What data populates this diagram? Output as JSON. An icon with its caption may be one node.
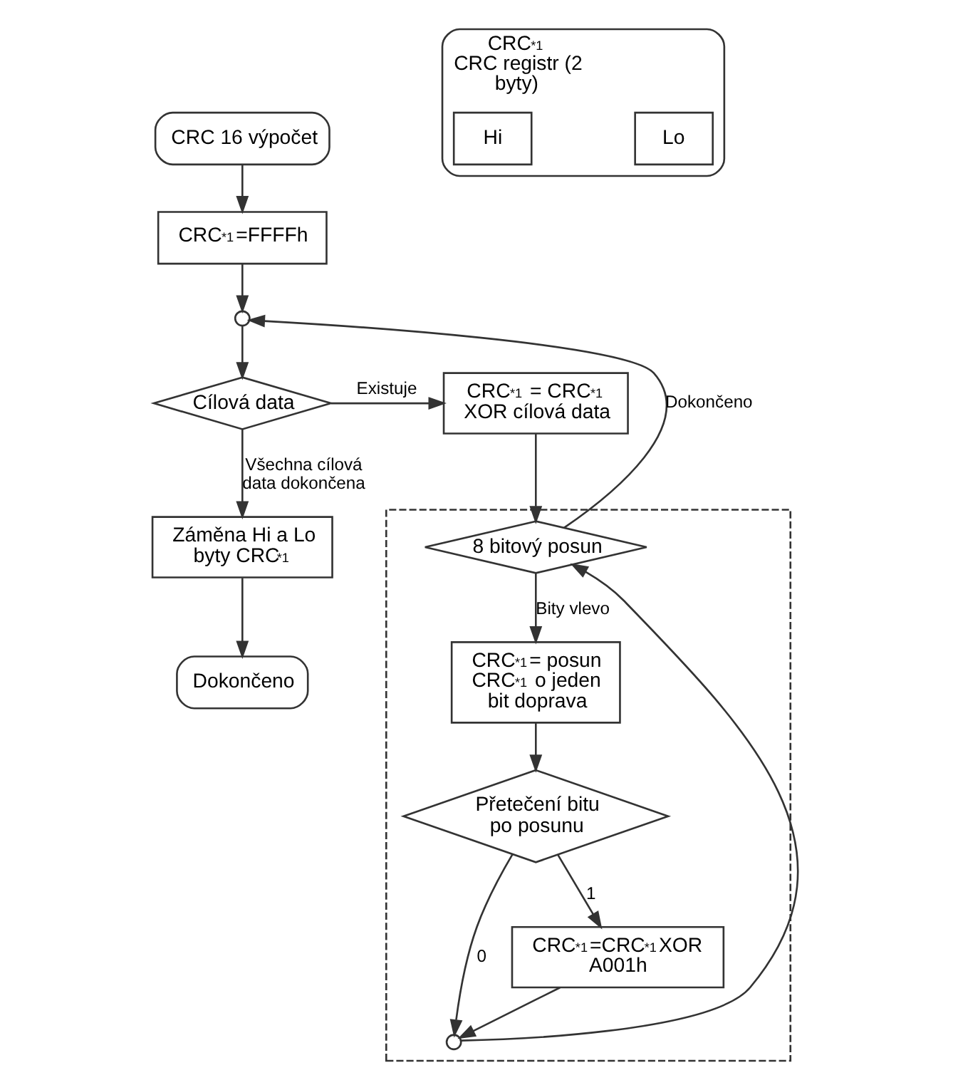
{
  "diagram": {
    "nodes": [
      {
        "text": [
          "CRC 16 výpočet"
        ]
      },
      {
        "text": [
          "CRC$^{*1}$",
          "CRC registr (2 byty)"
        ]
      },
      {
        "text": [
          "Hi"
        ],
        "in": 1
      },
      {
        "text": [
          "Lo"
        ],
        "in": 1
      },
      {
        "text": [
          "CRC$^{*1}$=FFFFh"
        ]
      },
      {
        "text": [],
        "shape": "circle"
      },
      {
        "text": [
          "Cílová data"
        ]
      },
      {
        "text": [
          "CRC$^{*1}$ = CRC$^{*1}$ XOR cílová data"
        ]
      },
      {
        "text": [
          "Záměna Hi a Lo byty CRC$^{*1}$"
        ]
      },
      {
        "text": [
          "Dokončeno"
        ]
      },
      {
        "text": [],
        "shape": "box"
      },
      {
        "text": [
          "8 bitový posun"
        ],
        "in": 10
      },
      {
        "text": [
          "CRC$^{*1}$= posun CRC$^{*1}$ o jeden bit doprava"
        ],
        "in": 10
      },
      {
        "text": [
          "Přetečení bitu po posunu"
        ],
        "in": 10
      },
      {
        "text": [],
        "shape": "circle",
        "in": 10
      },
      {
        "text": [
          "CRC$^{*1}$=CRC$^{*1}$XOR A001h"
        ],
        "in": 10
      }
    ],
    "edges": [
      {
        "from": 0,
        "to": 4,
        "arrow": "to"
      },
      {
        "from": 4,
        "to": 5,
        "arrow": "to"
      },
      {
        "from": 5,
        "to": 6,
        "arrow": "to"
      },
      {
        "from": 6,
        "to": 7,
        "arrow": "to",
        "label": "Existuje"
      },
      {
        "from": 6,
        "to": 8,
        "arrow": "to",
        "label": "Všechna cílová data dokončena"
      },
      {
        "from": 8,
        "to": 9,
        "arrow": "to"
      },
      {
        "from": 7,
        "to": 11,
        "arrow": "to"
      },
      {
        "from": 11,
        "to": 5,
        "arrow": "to",
        "label": "Dokončeno"
      },
      {
        "from": 11,
        "to": 12,
        "arrow": "to",
        "label": "Bity vlevo"
      },
      {
        "from": 12,
        "to": 13,
        "arrow": "to"
      },
      {
        "from": 13,
        "to": 14,
        "arrow": "to",
        "label": "0"
      },
      {
        "from": 13,
        "to": 15,
        "arrow": "to",
        "label": "1"
      },
      {
        "from": 15,
        "to": 14,
        "arrow": "to"
      },
      {
        "from": 14,
        "to": 11,
        "arrow": "to"
      }
    ]
  }
}
